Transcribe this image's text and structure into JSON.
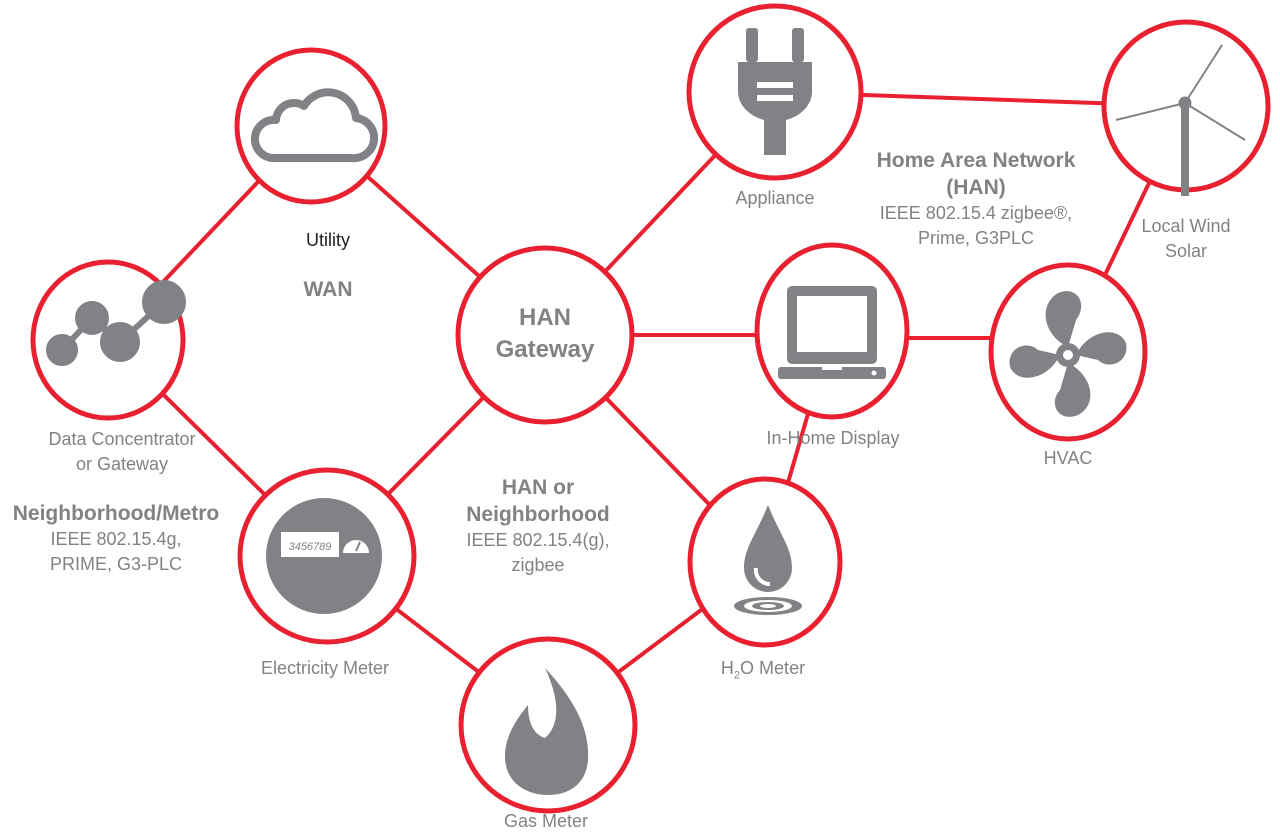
{
  "colors": {
    "accent": "#e8202f",
    "icon": "#808285"
  },
  "nodes": {
    "utility": "Utility",
    "data_concentrator": [
      "Data Concentrator",
      "or Gateway"
    ],
    "han_gateway": [
      "HAN",
      "Gateway"
    ],
    "appliance": "Appliance",
    "wind": [
      "Local Wind",
      "Solar"
    ],
    "in_home_display": "In-Home Display",
    "hvac": "HVAC",
    "electricity_meter": "Electricity Meter",
    "meter_digits": "3456789",
    "h2o_meter": {
      "h": "H",
      "sub": "2",
      "rest": "O Meter"
    },
    "gas_meter": "Gas Meter"
  },
  "networks": {
    "wan": "WAN",
    "neighborhood": {
      "title": "Neighborhood/Metro",
      "lines": [
        "IEEE 802.15.4g,",
        "PRIME, G3-PLC"
      ]
    },
    "han_or_neighborhood": {
      "title": [
        "HAN or",
        "Neighborhood"
      ],
      "lines": [
        "IEEE 802.15.4(g),",
        "zigbee"
      ]
    },
    "home_area": {
      "title": [
        "Home Area Network",
        "(HAN)"
      ],
      "lines": [
        "IEEE 802.15.4 zigbee®,",
        "Prime, G3PLC"
      ]
    }
  }
}
